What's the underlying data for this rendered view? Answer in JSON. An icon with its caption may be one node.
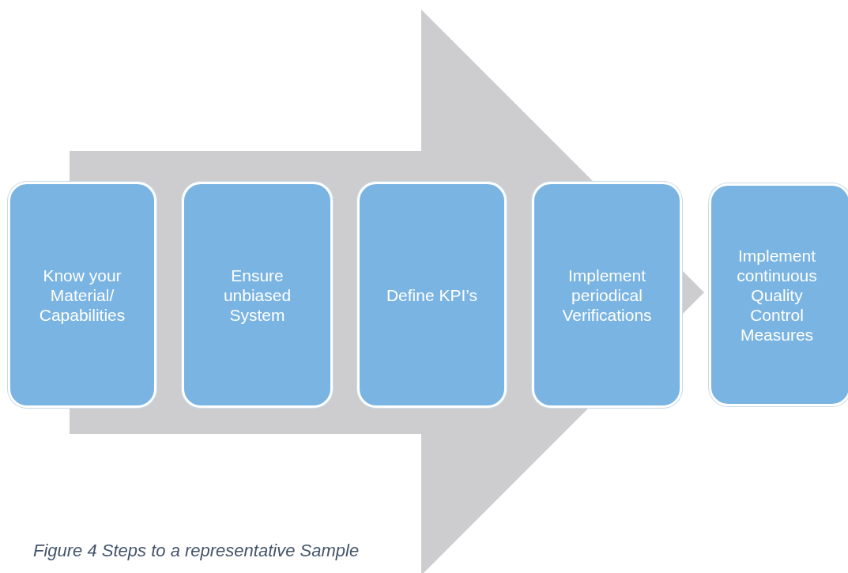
{
  "diagram": {
    "caption": "Figure 4 Steps to a representative Sample",
    "nodes": [
      {
        "text": [
          "Know your Material/ Capabilities"
        ]
      },
      {
        "text": [
          "Ensure unbiased System"
        ]
      },
      {
        "text": [
          "Define KPI’s"
        ]
      },
      {
        "text": [
          "Implement periodical Verifications"
        ]
      },
      {
        "text": [
          "Implement continuous Quality Control Measures"
        ]
      }
    ],
    "edges": [
      {
        "from": 0,
        "to": 4,
        "arrow": "to"
      }
    ]
  }
}
